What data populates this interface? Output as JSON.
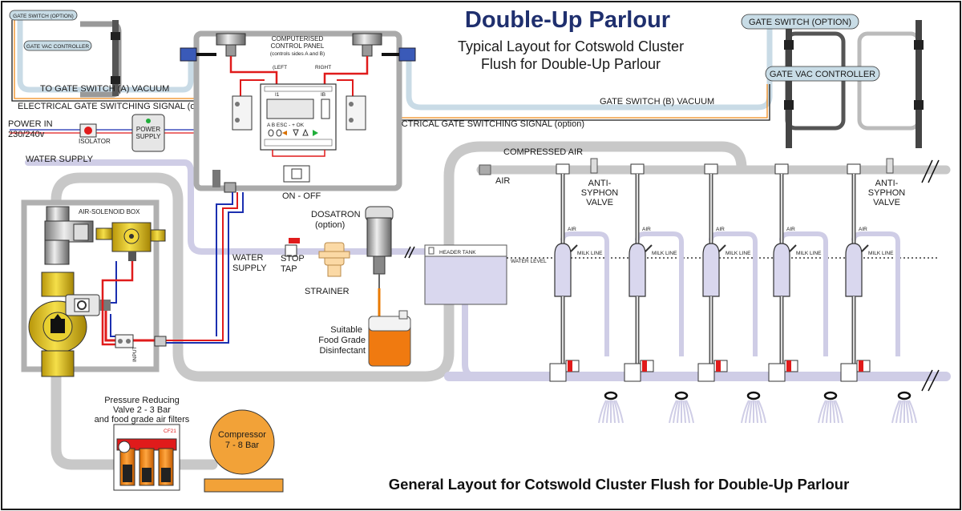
{
  "title": "Double-Up Parlour",
  "subtitle_line1": "Typical Layout for Cotswold Cluster",
  "subtitle_line2": "Flush for Double-Up Parlour",
  "footer_title": "General Layout for Cotswold Cluster Flush for Double-Up Parlour",
  "left_gate": {
    "switch_label": "GATE SWITCH (OPTION)",
    "controller_label": "GATE VAC CONTROLLER",
    "vacuum_label": "TO GATE SWITCH (A) VACUUM",
    "signal_label": "ELECTRICAL GATE SWITCHING SIGNAL (option)"
  },
  "right_gate": {
    "switch_label": "GATE SWITCH (OPTION)",
    "controller_label": "GATE VAC CONTROLLER",
    "vacuum_label": "GATE SWITCH (B)  VACUUM",
    "signal_label": "ELECTRICAL GATE SWITCHING SIGNAL (option)"
  },
  "power": {
    "label_line1": "POWER IN",
    "label_line2": "230/240v",
    "isolator": "ISOLATOR",
    "supply_line1": "POWER",
    "supply_line2": "SUPPLY"
  },
  "control_panel": {
    "label_line1": "COMPUTERISED",
    "label_line2": "CONTROL PANEL",
    "label_line3": "(controls sides A and B)",
    "left": "(LEFT",
    "right": "RIGHT",
    "i1": "I1",
    "ib": "IB",
    "keys": "A   B   ESC  -   +   OK",
    "on_off": "ON - OFF"
  },
  "water_supply_top": "WATER  SUPPLY",
  "water_supply_line1": "WATER",
  "water_supply_line2": "SUPPLY",
  "stop_tap_line1": "STOP",
  "stop_tap_line2": "TAP",
  "strainer": "STRAINER",
  "dosatron_line1": "DOSATRON",
  "dosatron_line2": "(option)",
  "disinfectant_line1": "Suitable",
  "disinfectant_line2": "Food Grade",
  "disinfectant_line3": "Disinfectant",
  "solenoid_box": "AIR-SOLENOID BOX",
  "input_label": "INPUT",
  "regulator_line1": "Pressure Reducing",
  "regulator_line2": "Valve 2 - 3 Bar",
  "regulator_line3": "and food grade air filters",
  "regulator_code": "CF21",
  "compressor_line1": "Compressor",
  "compressor_line2": "7 - 8 Bar",
  "compressed_air": "COMPRESSED AIR",
  "air": "AIR",
  "anti_syphon_line1": "ANTI-",
  "anti_syphon_line2": "SYPHON",
  "anti_syphon_line3": "VALVE",
  "header_tank": "HEADER TANK",
  "water_level": "WATER LEVEL",
  "cluster_air": "AIR",
  "milk_line": "MILK LINE",
  "colors": {
    "title_blue": "#1f2f6e",
    "pipe_grey": "#c8c8c8",
    "vacuum_blue": "#c9dbe6",
    "water_violet": "#cfcde6",
    "brass": "#e0c21a",
    "orange": "#f08a1a",
    "red": "#e01b1b",
    "wire_blue": "#1b2fb0",
    "gate_label_bg": "#c8dce6"
  }
}
